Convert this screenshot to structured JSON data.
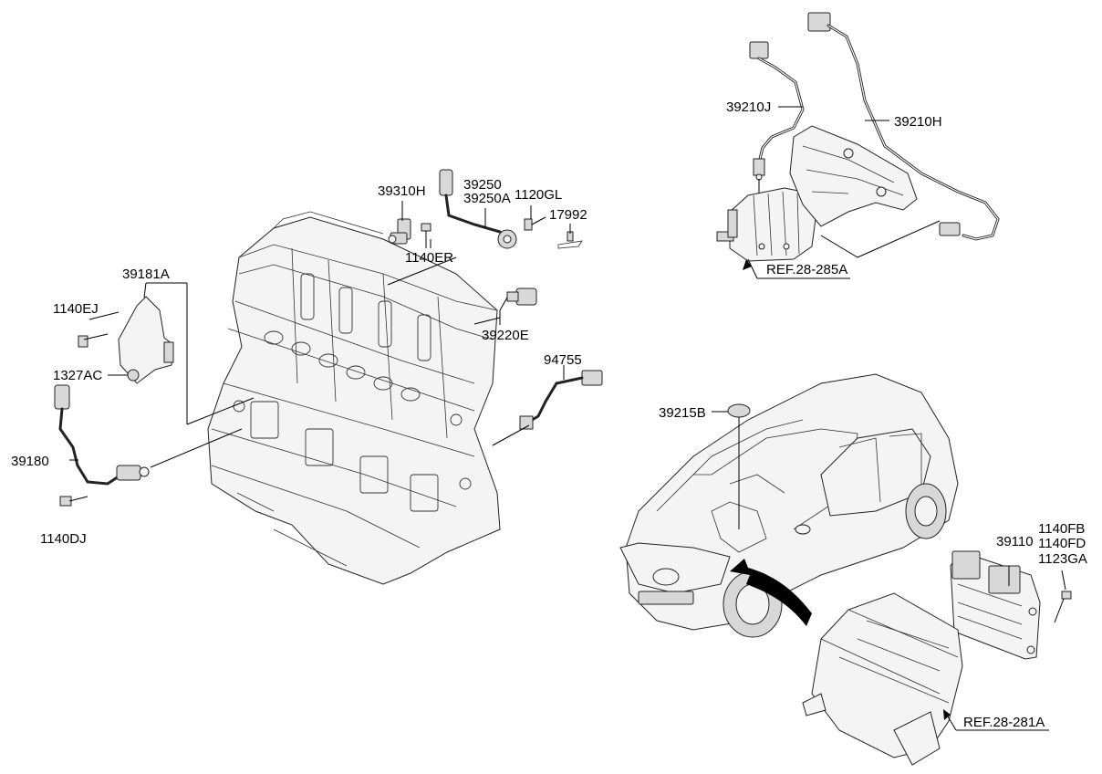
{
  "diagram": {
    "labels": {
      "l39310H": "39310H",
      "l1140ER": "1140ER",
      "l39250": "39250",
      "l39250A": "39250A",
      "l1120GL": "1120GL",
      "l17992": "17992",
      "l39181A": "39181A",
      "l1140EJ": "1140EJ",
      "l1327AC": "1327AC",
      "l39220E": "39220E",
      "l94755": "94755",
      "l39180": "39180",
      "l1140DJ": "1140DJ",
      "l39210J": "39210J",
      "l39210H": "39210H",
      "lRef285": "REF.28-285A",
      "l39215B": "39215B",
      "l39110": "39110",
      "l1140FB": "1140FB",
      "l1140FD": "1140FD",
      "l1123GA": "1123GA",
      "lRef281": "REF.28-281A"
    },
    "parts": {
      "engine": "engine-block",
      "manifold": "exhaust-manifold-catalytic-converter",
      "vehicle": "vehicle",
      "ecu": "engine-control-unit",
      "airbox": "air-cleaner-box"
    }
  }
}
